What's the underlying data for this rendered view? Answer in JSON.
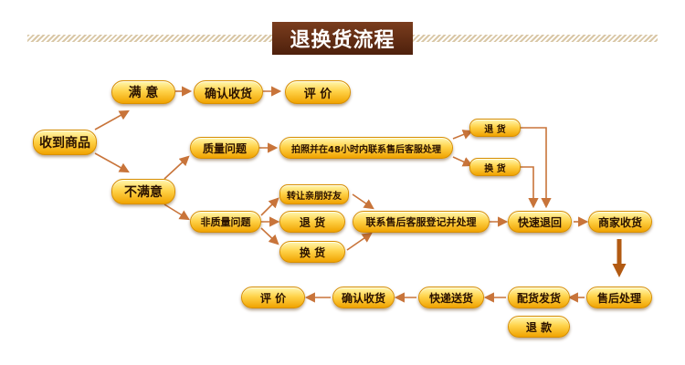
{
  "title": "退换货流程",
  "nodes": {
    "receive_goods": "收到商品",
    "satisfied": "满 意",
    "confirm_receipt_top": "确认收货",
    "review_top": "评 价",
    "not_satisfied": "不满意",
    "quality_issue": "质量问题",
    "photo_contact": "拍照并在48小时内联系售后客服处理",
    "return_small": "退 货",
    "exchange_small": "换 货",
    "non_quality_issue": "非质量问题",
    "gift_to_friend": "转让亲朋好友",
    "return_mid": "退 货",
    "exchange_mid": "换 货",
    "contact_register": "联系售后客服登记并处理",
    "quick_return": "快速退回",
    "merchant_receive": "商家收货",
    "after_sales": "售后处理",
    "ship_replacement": "配货发货",
    "refund": "退 款",
    "express_delivery": "快递送货",
    "confirm_receipt_bottom": "确认收货",
    "review_bottom": "评 价"
  },
  "colors": {
    "arrow": "#c8743a",
    "heavy_arrow": "#b25a12",
    "title_bg": "#5e2a12"
  }
}
